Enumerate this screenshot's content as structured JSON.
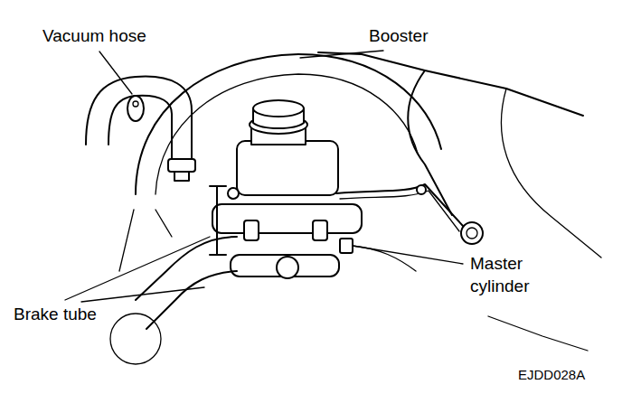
{
  "diagram": {
    "labels": [
      "Vacuum hose",
      "Booster",
      "Master cylinder",
      "Brake tube",
      "EJDD028A"
    ]
  }
}
